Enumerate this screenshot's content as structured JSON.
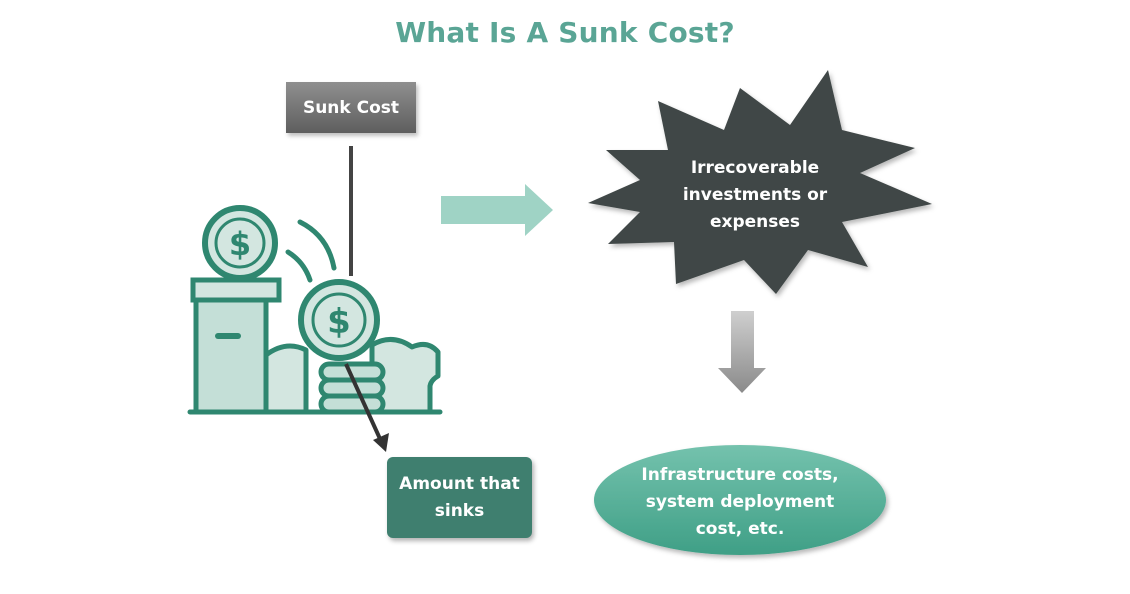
{
  "title": "What Is A Sunk Cost?",
  "labels": {
    "sunk_cost": "Sunk Cost",
    "amount_that_sinks": "Amount that sinks",
    "irrecoverable": "Irrecoverable investments or expenses",
    "examples": "Infrastructure costs, system deployment cost, etc."
  },
  "colors": {
    "title": "#5aa595",
    "icon_green": "#2f8770",
    "icon_fill_light": "#d3e6e0",
    "amount_box": "#3f7f6f",
    "burst": "#3f4746",
    "ellipse": "#5fb49e",
    "arrow_teal": "#9fd3c5",
    "arrow_gray": "#9e9e9e"
  },
  "icons": [
    "dollar-coin-icon",
    "dollar-coin-icon",
    "coin-stack-icon",
    "water-wave-icon",
    "container-icon"
  ]
}
